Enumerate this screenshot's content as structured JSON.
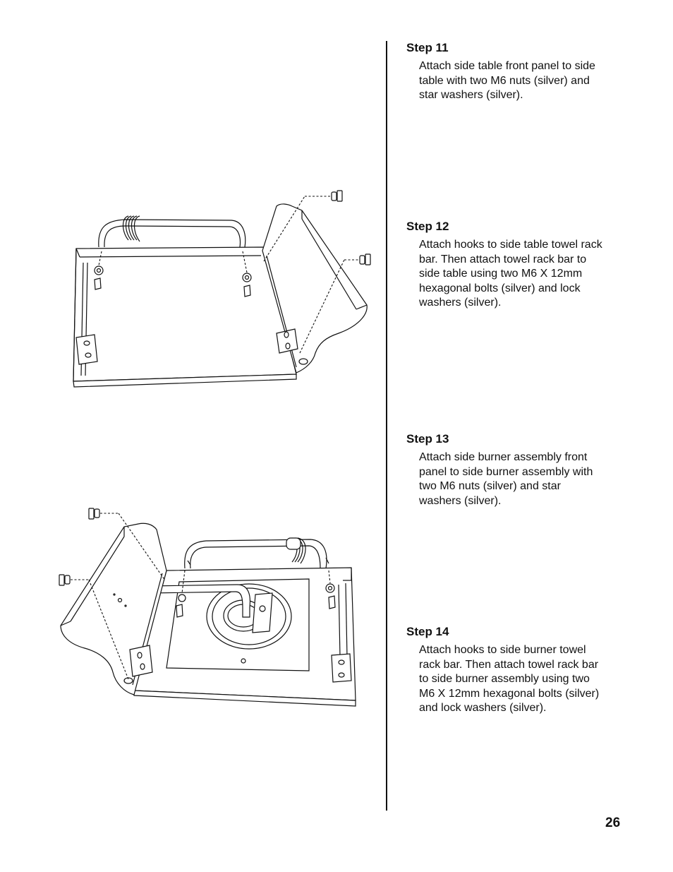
{
  "steps": [
    {
      "title": "Step 11",
      "text": "Attach side table front panel to side table with two M6 nuts (silver) and star washers (silver)."
    },
    {
      "title": "Step 12",
      "text": "Attach hooks to side table towel rack bar. Then attach towel rack bar to side table using two M6 X 12mm hexagonal bolts (silver) and lock washers (silver)."
    },
    {
      "title": "Step 13",
      "text": "Attach side burner assembly front panel to side burner assembly with two M6 nuts (silver) and star washers (silver)."
    },
    {
      "title": "Step 14",
      "text": "Attach hooks to side burner towel rack bar. Then attach towel rack bar to side burner assembly using two M6 X 12mm hexagonal bolts (silver) and lock washers (silver)."
    }
  ],
  "page_number": "26"
}
